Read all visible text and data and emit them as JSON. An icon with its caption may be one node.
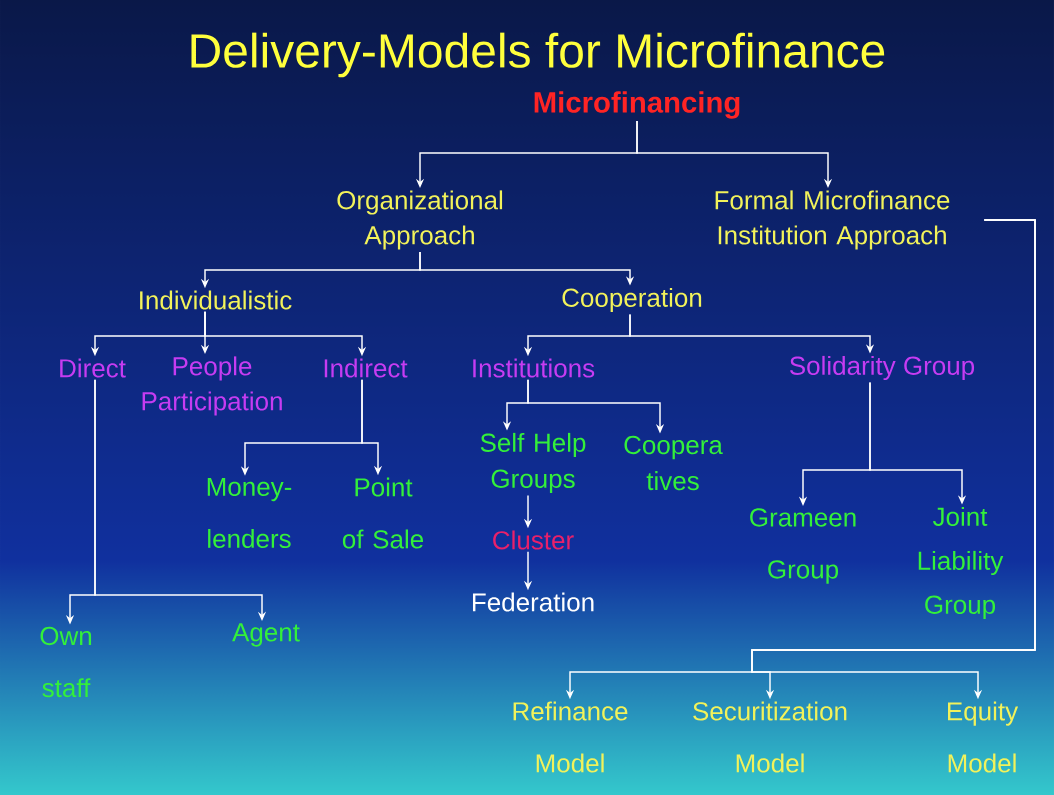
{
  "diagram": {
    "title": "Delivery-Models for Microfinance",
    "nodes": [
      {
        "text": [
          "Microfinancing"
        ]
      },
      {
        "text": [
          "Organizational Approach"
        ]
      },
      {
        "text": [
          "Formal Microfinance Institution Approach"
        ]
      },
      {
        "text": [
          "Individualistic"
        ]
      },
      {
        "text": [
          "Cooperation"
        ]
      },
      {
        "text": [
          "Direct"
        ]
      },
      {
        "text": [
          "People Participation"
        ]
      },
      {
        "text": [
          "Indirect"
        ]
      },
      {
        "text": [
          "Institutions"
        ]
      },
      {
        "text": [
          "Solidarity Group"
        ]
      },
      {
        "text": [
          "Money- lenders"
        ]
      },
      {
        "text": [
          "Point of Sale"
        ]
      },
      {
        "text": [
          "Self Help Groups"
        ]
      },
      {
        "text": [
          "Coopera tives"
        ]
      },
      {
        "text": [
          "Cluster"
        ]
      },
      {
        "text": [
          "Federation"
        ]
      },
      {
        "text": [
          "Grameen Group"
        ]
      },
      {
        "text": [
          "Joint Liability Group"
        ]
      },
      {
        "text": [
          "Own staff"
        ]
      },
      {
        "text": [
          "Agent"
        ]
      },
      {
        "text": [
          "Refinance Model"
        ]
      },
      {
        "text": [
          "Securitization Model"
        ]
      },
      {
        "text": [
          "Equity Model"
        ]
      }
    ],
    "edges": [
      {
        "from": 0,
        "to": 1,
        "arrow": "to"
      },
      {
        "from": 0,
        "to": 2,
        "arrow": "to"
      },
      {
        "from": 1,
        "to": 3,
        "arrow": "to"
      },
      {
        "from": 1,
        "to": 4,
        "arrow": "to"
      },
      {
        "from": 3,
        "to": 5,
        "arrow": "to"
      },
      {
        "from": 3,
        "to": 6,
        "arrow": "to"
      },
      {
        "from": 3,
        "to": 7,
        "arrow": "to"
      },
      {
        "from": 4,
        "to": 8,
        "arrow": "to"
      },
      {
        "from": 4,
        "to": 9,
        "arrow": "to"
      },
      {
        "from": 7,
        "to": 10,
        "arrow": "to"
      },
      {
        "from": 7,
        "to": 11,
        "arrow": "to"
      },
      {
        "from": 8,
        "to": 12,
        "arrow": "to"
      },
      {
        "from": 8,
        "to": 13,
        "arrow": "to"
      },
      {
        "from": 12,
        "to": 14,
        "arrow": "to"
      },
      {
        "from": 14,
        "to": 15,
        "arrow": "to"
      },
      {
        "from": 9,
        "to": 16,
        "arrow": "to"
      },
      {
        "from": 9,
        "to": 17,
        "arrow": "to"
      },
      {
        "from": 5,
        "to": 18,
        "arrow": "to"
      },
      {
        "from": 5,
        "to": 19,
        "arrow": "to"
      },
      {
        "from": 2,
        "to": 20,
        "arrow": "to"
      },
      {
        "from": 2,
        "to": 21,
        "arrow": "to"
      },
      {
        "from": 2,
        "to": 22,
        "arrow": "to"
      }
    ]
  }
}
